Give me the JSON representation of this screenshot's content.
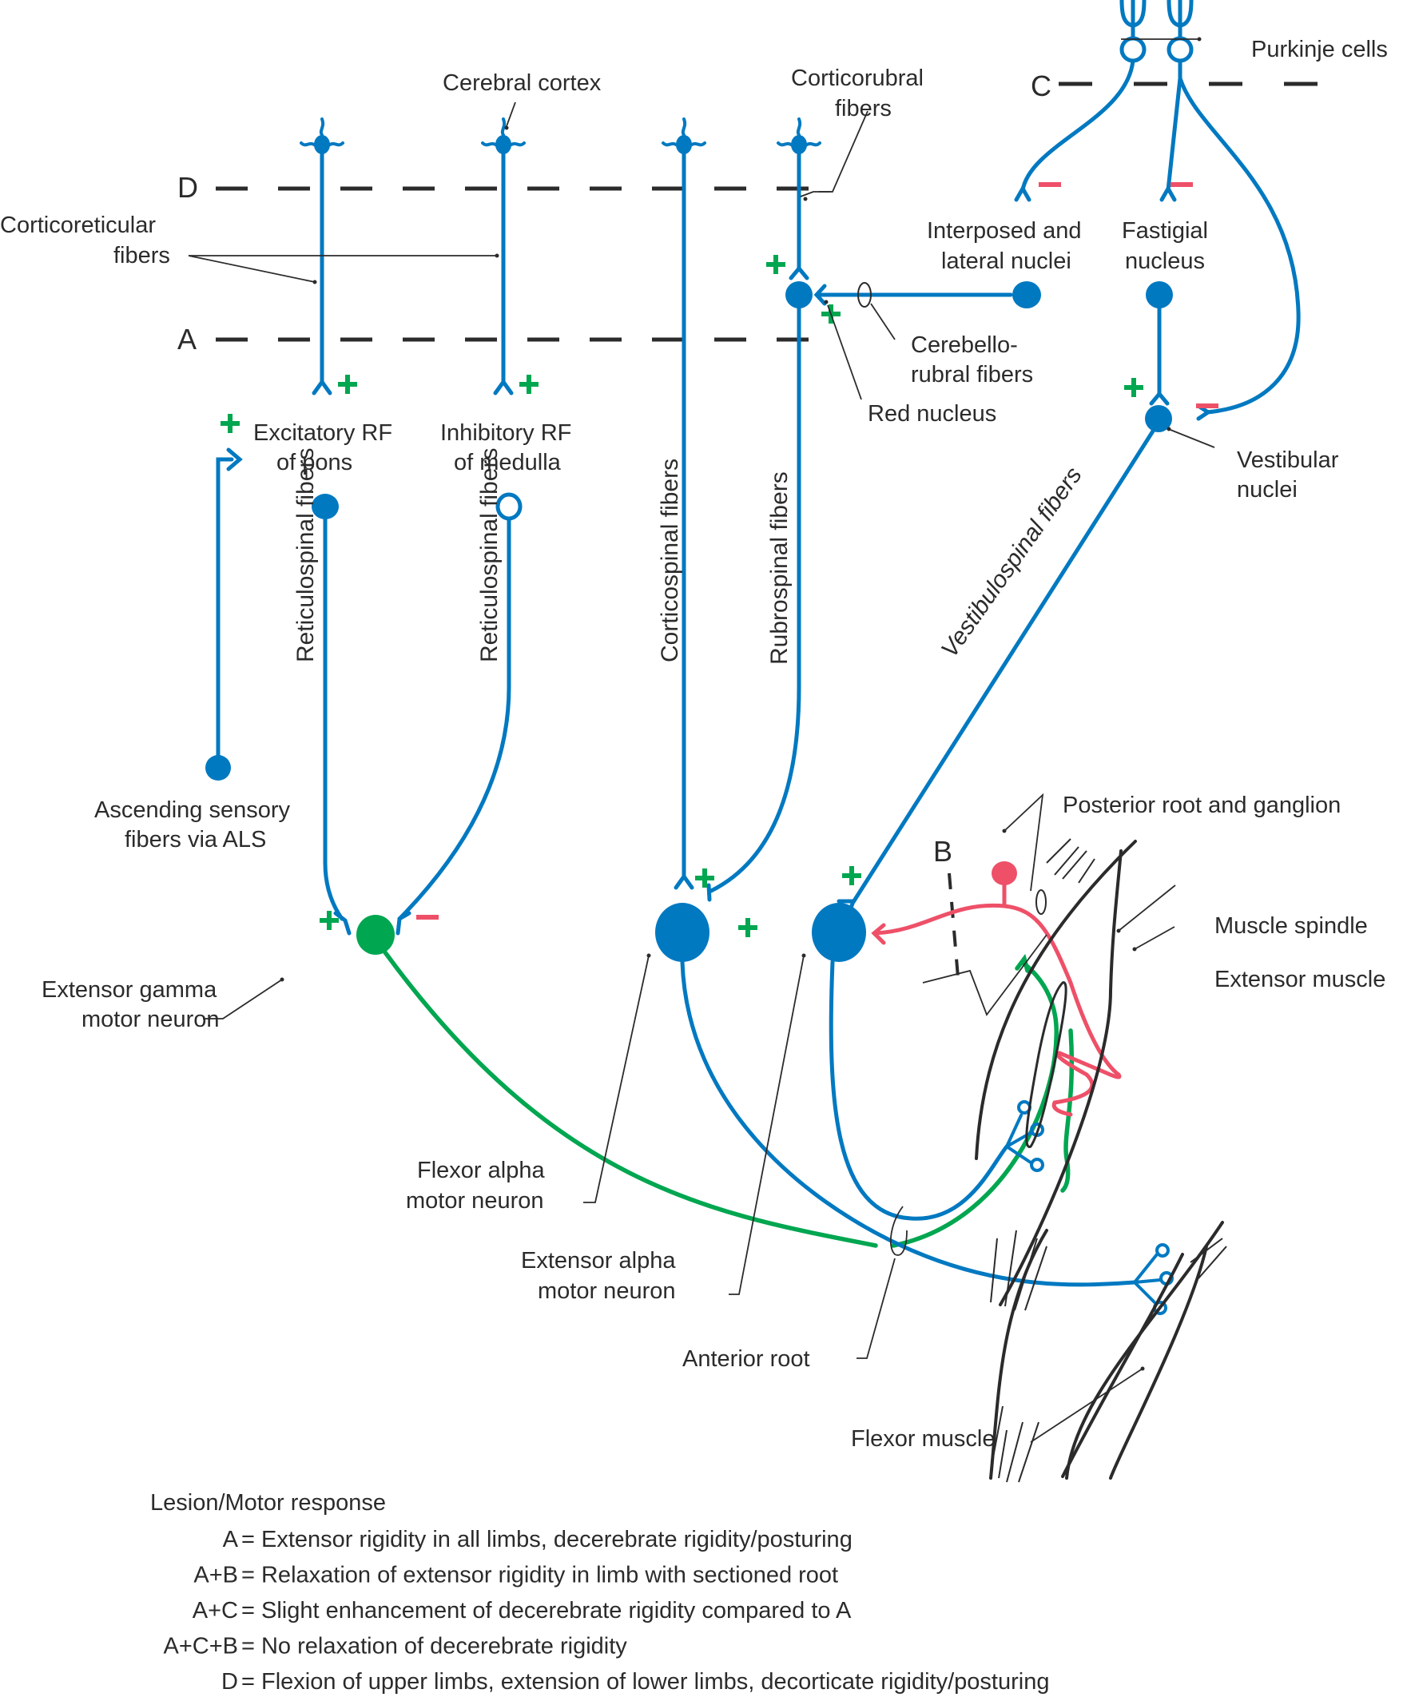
{
  "labels": {
    "cerebral_cortex": "Cerebral cortex",
    "corticorubral_1": "Corticorubral",
    "corticorubral_2": "fibers",
    "purkinje": "Purkinje cells",
    "corticoreticular_1": "Corticoreticular",
    "corticoreticular_2": "fibers",
    "interposed_1": "Interposed and",
    "interposed_2": "lateral nuclei",
    "fastigial_1": "Fastigial",
    "fastigial_2": "nucleus",
    "cerebellorubral_1": "Cerebello-",
    "cerebellorubral_2": "rubral fibers",
    "red_nucleus": "Red nucleus",
    "excitatory_1": "Excitatory RF",
    "excitatory_2": "of pons",
    "inhibitory_1": "Inhibitory RF",
    "inhibitory_2": "of medulla",
    "vestibular_1": "Vestibular",
    "vestibular_2": "nuclei",
    "reticulospinal_a": "Reticulospinal fibers",
    "reticulospinal_b": "Reticulospinal fibers",
    "corticospinal": "Corticospinal fibers",
    "rubrospinal": "Rubrospinal fibers",
    "vestibulospinal": "Vestibulospinal fibers",
    "ascending_1": "Ascending sensory",
    "ascending_2": "fibers via ALS",
    "posterior_root": "Posterior root and ganglion",
    "muscle_spindle": "Muscle spindle",
    "extensor_muscle": "Extensor muscle",
    "extensor_gamma_1": "Extensor gamma",
    "extensor_gamma_2": "motor neuron",
    "flexor_alpha_1": "Flexor alpha",
    "flexor_alpha_2": "motor neuron",
    "extensor_alpha_1": "Extensor alpha",
    "extensor_alpha_2": "motor neuron",
    "anterior_root": "Anterior root",
    "flexor_muscle": "Flexor muscle"
  },
  "lesion_markers": {
    "A": "A",
    "B": "B",
    "C": "C",
    "D": "D"
  },
  "legend": {
    "title": "Lesion/Motor response",
    "items": [
      {
        "key": "A",
        "text": "Extensor rigidity in all limbs, decerebrate rigidity/posturing"
      },
      {
        "key": "A+B",
        "text": "Relaxation of extensor rigidity in limb with sectioned root"
      },
      {
        "key": "A+C",
        "text": "Slight enhancement of decerebrate rigidity compared to A"
      },
      {
        "key": "A+C+B",
        "text": "No relaxation of decerebrate rigidity"
      },
      {
        "key": "D",
        "text": "Flexion of upper limbs, extension of lower limbs, decorticate rigidity/posturing"
      }
    ],
    "separator": " = "
  },
  "colors": {
    "pathway": "#0079c1",
    "gamma": "#00a650",
    "sensory": "#ee5068",
    "excitatory_sign": "#00a650",
    "inhibitory_sign": "#ee5068"
  }
}
